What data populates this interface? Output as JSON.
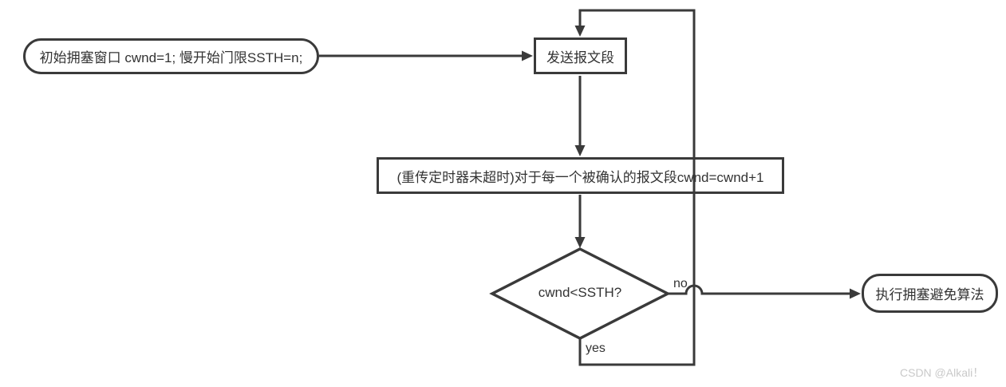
{
  "diagram": {
    "nodes": {
      "start": {
        "label": "初始拥塞窗口 cwnd=1; 慢开始门限SSTH=n;"
      },
      "send": {
        "label": "发送报文段"
      },
      "ack_increase": {
        "label": "(重传定时器未超时)对于每一个被确认的报文段cwnd=cwnd+1"
      },
      "decision": {
        "label": "cwnd<SSTH?"
      },
      "congestion_avoidance": {
        "label": "执行拥塞避免算法"
      }
    },
    "edge_labels": {
      "yes": "yes",
      "no": "no"
    },
    "colors": {
      "stroke": "#3a3a3a",
      "node_text": "#333333",
      "watermark_text": "#c9c9c9",
      "background": "#ffffff"
    }
  },
  "watermark": "CSDN @Alkali！"
}
